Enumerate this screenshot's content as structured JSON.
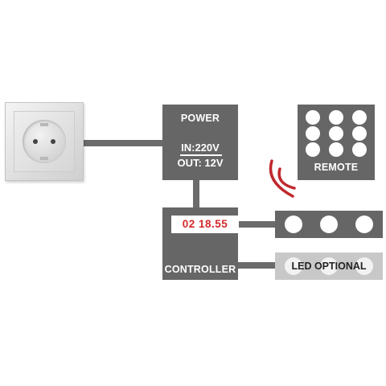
{
  "power": {
    "title": "POWER",
    "input": "IN:220V",
    "output": "OUT: 12V"
  },
  "controller": {
    "display_value": "02 18.55",
    "label": "CONTROLLER"
  },
  "remote": {
    "label": "REMOTE",
    "button_count": 9
  },
  "led_strip": {
    "label": "LED OPTIONAL"
  },
  "colors": {
    "box": "#666666",
    "wire": "#6b6b6b",
    "display_text": "#d42a2a",
    "signal": "#c0282d"
  },
  "icons": {
    "outlet": "wall-socket-icon",
    "signal": "wireless-signal-icon"
  }
}
